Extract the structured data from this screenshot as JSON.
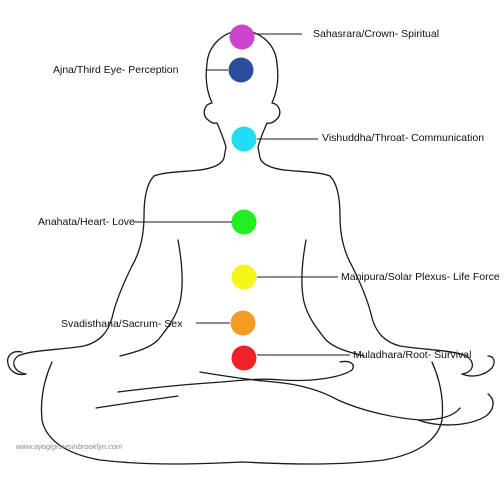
{
  "chakras": [
    {
      "label": "Sahasrara/Crown- Spiritual",
      "color": "#cc44cc"
    },
    {
      "label": "Ajna/Third Eye- Perception",
      "color": "#2b4d9e"
    },
    {
      "label": "Vishuddha/Throat- Communication",
      "color": "#22ddf2"
    },
    {
      "label": "Anahata/Heart- Love",
      "color": "#22ee22"
    },
    {
      "label": "Manipura/Solar Plexus- Life Force",
      "color": "#f5f51a"
    },
    {
      "label": "Svadisthana/Sacrum- Sex",
      "color": "#f59a25"
    },
    {
      "label": "Muladhara/Root- Survival",
      "color": "#ee2226"
    }
  ],
  "credit": "www.ayogigrowsinbrooklyn.com"
}
